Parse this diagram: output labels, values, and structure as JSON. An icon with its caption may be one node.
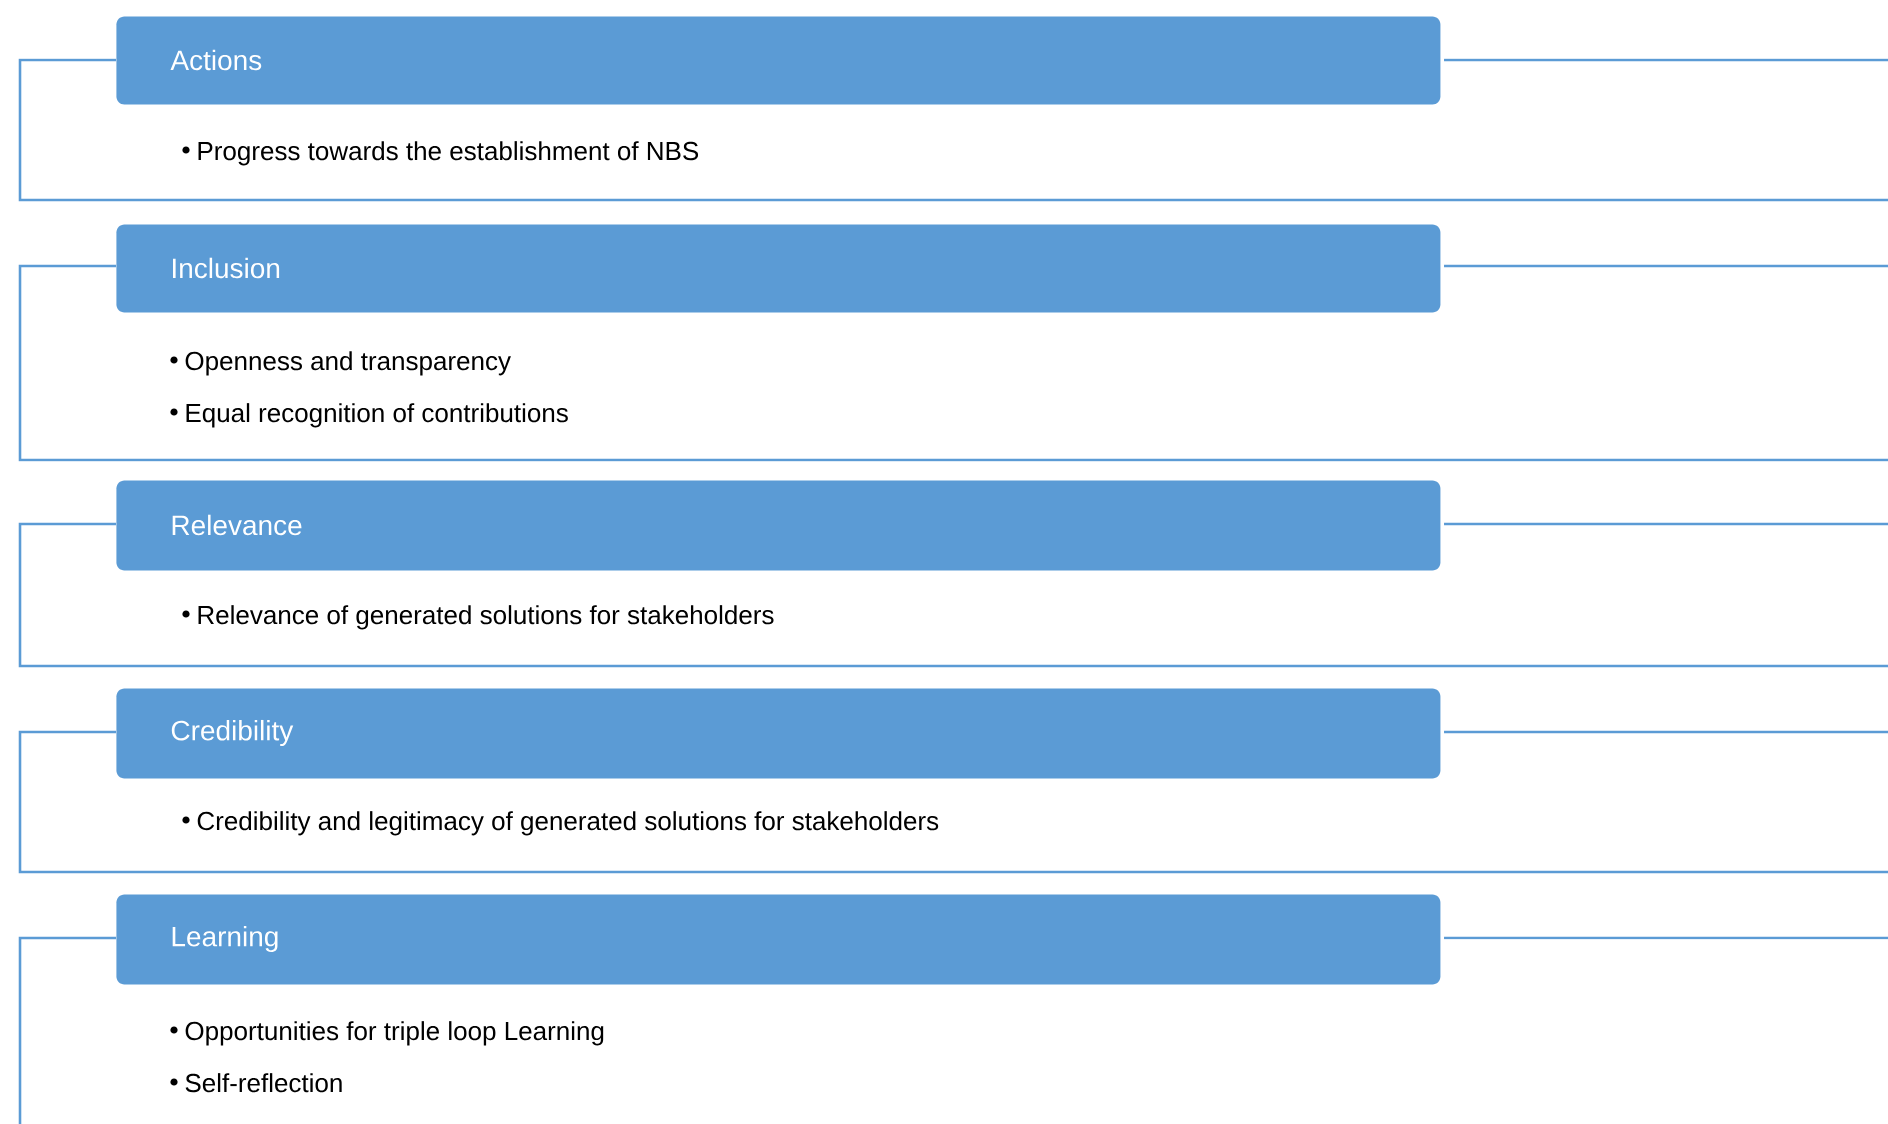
{
  "diagram": {
    "nodes": [
      {
        "text": [
          "Actions"
        ]
      },
      {
        "text": [
          "Progress towards the establishment of NBS"
        ]
      },
      {
        "text": [
          "Inclusion"
        ]
      },
      {
        "text": [
          "Openness and transparency",
          "Equal recognition of contributions"
        ]
      },
      {
        "text": [
          "Relevance"
        ]
      },
      {
        "text": [
          "Relevance of generated solutions for stakeholders"
        ]
      },
      {
        "text": [
          "Credibility"
        ]
      },
      {
        "text": [
          "Credibility and legitimacy of generated solutions for stakeholders"
        ]
      },
      {
        "text": [
          "Learning"
        ]
      },
      {
        "text": [
          "Opportunities for triple loop Learning",
          "Self-reflection"
        ]
      }
    ]
  }
}
